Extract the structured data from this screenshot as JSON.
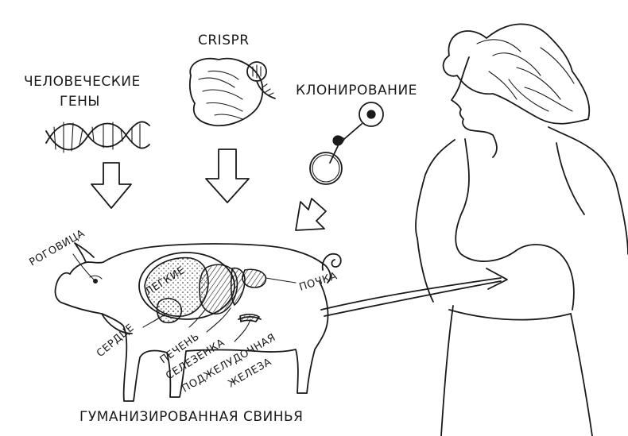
{
  "labels": {
    "human_genes_line1": "ЧЕЛОВЕЧЕСКИЕ",
    "human_genes_line2": "ГЕНЫ",
    "crispr": "CRISPR",
    "cloning": "КЛОНИРОВАНИЕ",
    "cornea": "РОГОВИЦА",
    "lungs": "ЛЕГКИЕ",
    "kidney": "ПОЧКА",
    "heart": "СЕРДЦЕ",
    "liver": "ПЕЧЕНЬ",
    "spleen": "СЕЛЕЗЕНКА",
    "pancreas_line1": "ПОДЖЕЛУДОЧНАЯ",
    "pancreas_line2": "ЖЕЛЕЗА",
    "caption": "ГУМАНИЗИРОВАННАЯ СВИНЬЯ"
  },
  "colors": {
    "ink": "#1a1a1a",
    "background": "#ffffff"
  }
}
